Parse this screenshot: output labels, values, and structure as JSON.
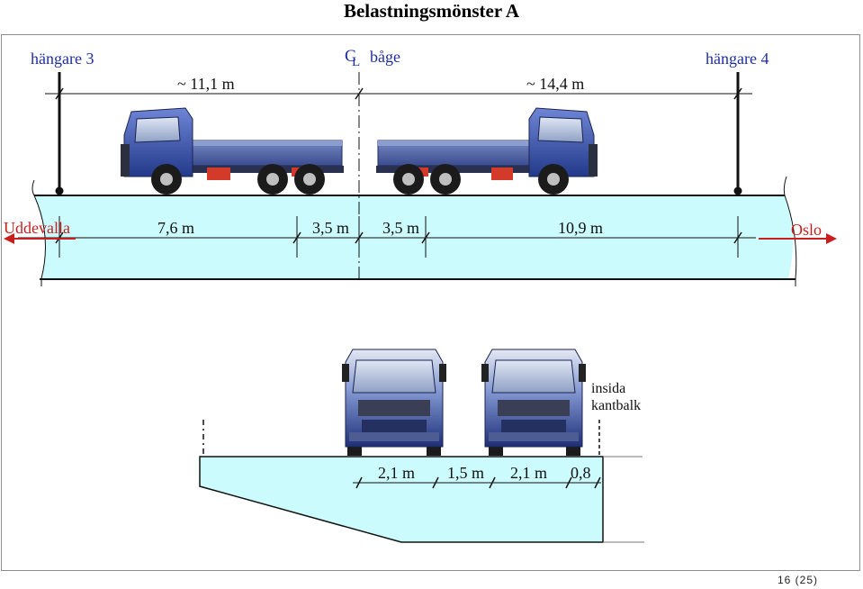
{
  "title": "Belastningsmönster A",
  "plan_view": {
    "hanger_left": "hängare 3",
    "hanger_right": "hängare 4",
    "centerline_symbol": "C",
    "centerline_sub": "L",
    "arch_label": "båge",
    "top_dims": [
      "~ 11,1 m",
      "~ 14,4 m"
    ],
    "direction_left": "Uddevalla",
    "direction_right": "Oslo",
    "deck_dims": [
      "7,6 m",
      "3,5 m",
      "3,5 m",
      "10,9 m"
    ]
  },
  "section_view": {
    "edge_label_line1": "insida",
    "edge_label_line2": "kantbalk",
    "dims": [
      "2,1 m",
      "1,5 m",
      "2,1 m",
      "0,8"
    ]
  },
  "page_number": "16 (25)",
  "colors": {
    "deck_fill": "#ccfbfd",
    "label_blue": "#1f2fa3",
    "direction_red": "#c81e1e",
    "truck_cab": "#3d58b8",
    "truck_flatbed": "#5b6fb0"
  }
}
